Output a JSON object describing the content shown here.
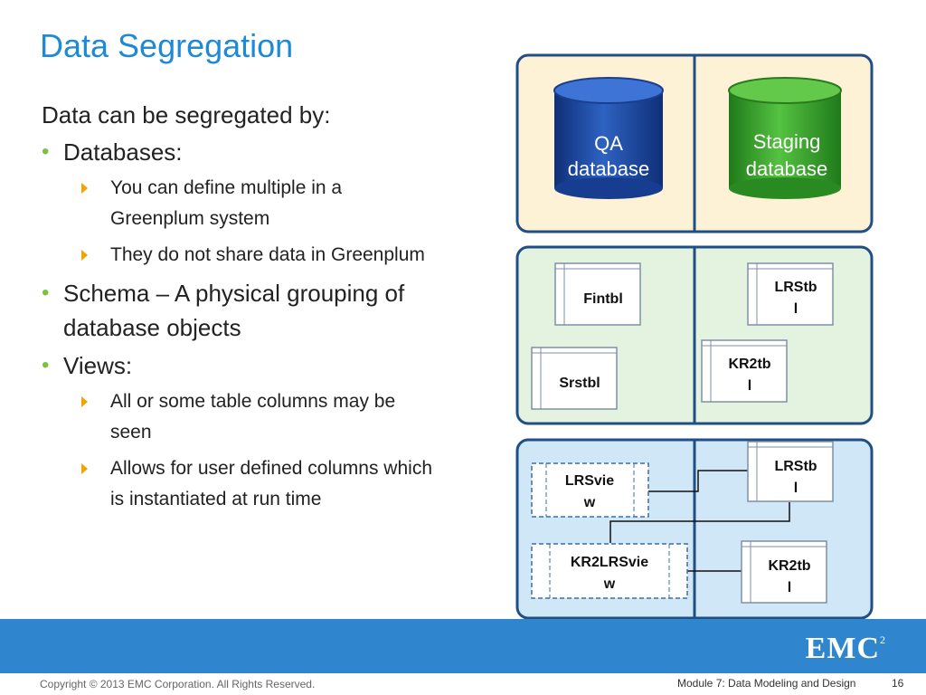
{
  "slide": {
    "title": "Data Segregation",
    "intro": "Data can be segregated by:",
    "bullets": [
      {
        "text": "Databases:",
        "subs": [
          "You can define multiple in a Greenplum system",
          "They do not share data in Greenplum"
        ]
      },
      {
        "text": "Schema – A physical grouping of database objects",
        "subs": []
      },
      {
        "text": "Views:",
        "subs": [
          "All or some table columns may be seen",
          "Allows for user defined columns which is instantiated at run time"
        ]
      }
    ]
  },
  "diagram": {
    "databases": {
      "qa": [
        "QA",
        "database"
      ],
      "staging": [
        "Staging",
        "database"
      ]
    },
    "schema_tables": {
      "fintbl": [
        "Fintbl"
      ],
      "srstbl": [
        "Srstbl"
      ],
      "lrstbl": [
        "LRStb",
        "l"
      ],
      "kr2tbl": [
        "KR2tb",
        "l"
      ]
    },
    "view_tables": {
      "lrstbl": [
        "LRStb",
        "l"
      ],
      "kr2tbl": [
        "KR2tb",
        "l"
      ]
    },
    "views": {
      "lrsview": [
        "LRSvie",
        "w"
      ],
      "kr2lrsview": [
        "KR2LRSvie",
        "w"
      ]
    }
  },
  "footer": {
    "logo": "EMC",
    "logo_sup": "2",
    "copyright": "Copyright © 2013 EMC Corporation. All Rights Reserved.",
    "module": "Module 7: Data Modeling and Design",
    "page": "16"
  },
  "colors": {
    "accent": "#1e8ad6",
    "bullet": "#7cc241",
    "arrow": "#f0a400",
    "footer": "#2f86cf",
    "qa_db": "#1f4fa6",
    "staging_db": "#3fa832"
  }
}
